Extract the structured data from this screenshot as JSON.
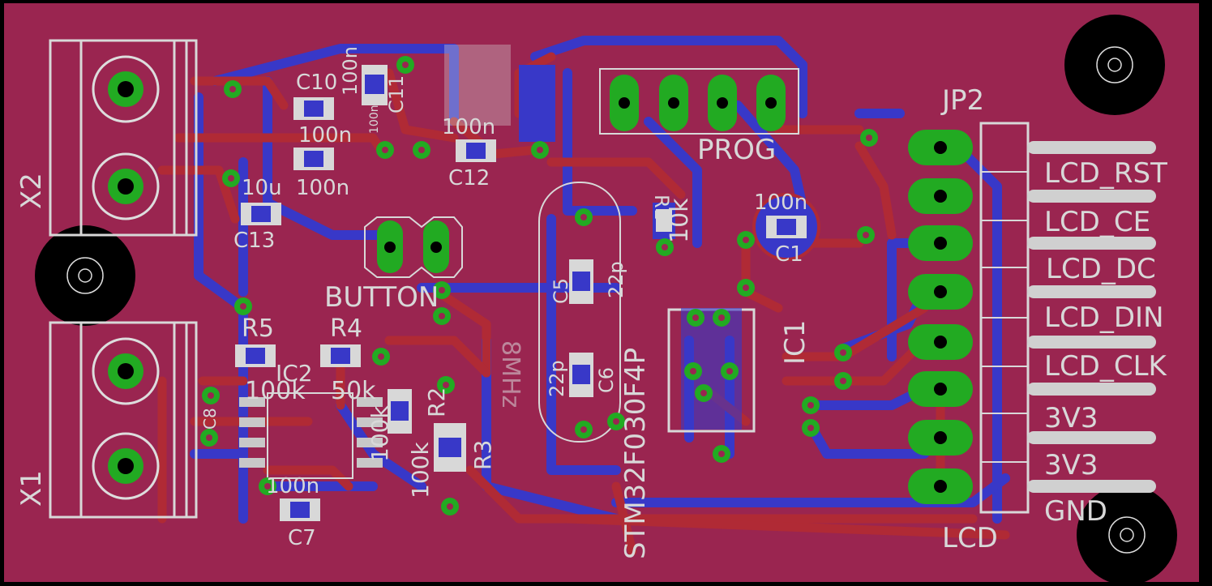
{
  "labels": {
    "x2": "X2",
    "x1": "X1",
    "jp2": "JP2",
    "prog": "PROG",
    "button": "BUTTON",
    "lcd": "LCD",
    "ic1": "IC1",
    "ic2": "IC2",
    "mcu": "STM32F030F4P",
    "crystal": "8MHz",
    "c10": "C10",
    "c10_val": "100n",
    "c10_val2": "100n",
    "c11": "C11",
    "c11_val": "100n",
    "c12": "C12",
    "c12_val": "100n",
    "c13": "C13",
    "c13_val": "10u",
    "c_100n_left": "100n",
    "c1": "C1",
    "c1_val": "100n",
    "c5": "C5",
    "c5_val": "22p",
    "c6": "C6",
    "c6_val": "22p",
    "c7": "C7",
    "c7_val": "100n",
    "c8": "C8",
    "r5": "R5",
    "r5_val": "100k",
    "r4": "R4",
    "r4_val": "50k",
    "r1": "R1",
    "r1_val": "10k",
    "r2": "R2",
    "r2_val": "100k",
    "r3": "R3",
    "r3_val": "100k"
  },
  "lcd_pins": [
    "LCD_RST",
    "LCD_CE",
    "LCD_DC",
    "LCD_DIN",
    "LCD_CLK",
    "3V3",
    "3V3",
    "GND"
  ],
  "colors": {
    "board": "#9a2550",
    "top_copper": "#b02a35",
    "bottom_copper": "#3a3ac8",
    "pad": "#22aa22",
    "via_ring": "#22aa22",
    "silkscreen": "#d8d8d8",
    "drill": "#000000"
  }
}
